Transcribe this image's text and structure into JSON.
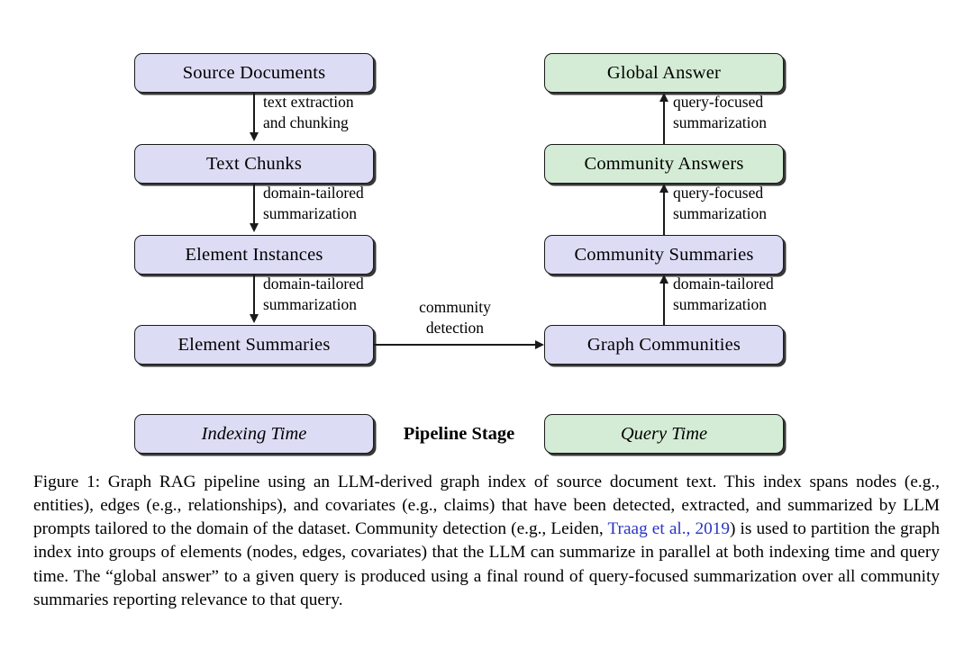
{
  "figure": {
    "label": "Graph RAG pipeline diagram",
    "colors": {
      "indexing_fill": "#dcdcf5",
      "query_fill": "#d4ecd5",
      "border": "#1a1a1a",
      "citation_link": "#2a35c4"
    }
  },
  "nodes": {
    "left": [
      {
        "id": "source-documents",
        "label": "Source Documents",
        "stage": "indexing"
      },
      {
        "id": "text-chunks",
        "label": "Text Chunks",
        "stage": "indexing"
      },
      {
        "id": "element-instances",
        "label": "Element Instances",
        "stage": "indexing"
      },
      {
        "id": "element-summaries",
        "label": "Element Summaries",
        "stage": "indexing"
      }
    ],
    "right": [
      {
        "id": "global-answer",
        "label": "Global Answer",
        "stage": "query"
      },
      {
        "id": "community-answers",
        "label": "Community Answers",
        "stage": "query"
      },
      {
        "id": "community-summaries",
        "label": "Community Summaries",
        "stage": "indexing"
      },
      {
        "id": "graph-communities",
        "label": "Graph Communities",
        "stage": "indexing"
      }
    ]
  },
  "edges": {
    "left": [
      {
        "id": "source-to-chunks",
        "line1": "text extraction",
        "line2": "and chunking",
        "direction": "down"
      },
      {
        "id": "chunks-to-instances",
        "line1": "domain-tailored",
        "line2": "summarization",
        "direction": "down"
      },
      {
        "id": "instances-to-summaries",
        "line1": "domain-tailored",
        "line2": "summarization",
        "direction": "down"
      }
    ],
    "right": [
      {
        "id": "answers-to-global",
        "line1": "query-focused",
        "line2": "summarization",
        "direction": "up"
      },
      {
        "id": "summaries-to-answers",
        "line1": "query-focused",
        "line2": "summarization",
        "direction": "up"
      },
      {
        "id": "communities-to-summaries",
        "line1": "domain-tailored",
        "line2": "summarization",
        "direction": "up"
      }
    ],
    "bridge": {
      "id": "community-detection",
      "line1": "community",
      "line2": "detection",
      "direction": "right"
    }
  },
  "legend": {
    "indexing_label": "Indexing Time",
    "title": "Pipeline Stage",
    "query_label": "Query Time"
  },
  "caption": {
    "part1": "Figure 1: Graph RAG pipeline using an LLM-derived graph index of source document text. This index spans nodes (e.g., entities), edges (e.g., relationships), and covariates (e.g., claims) that have been detected, extracted, and summarized by LLM prompts tailored to the domain of the dataset. Community detection (e.g., Leiden, ",
    "citation": "Traag et al., 2019",
    "part2": ") is used to partition the graph index into groups of elements (nodes, edges, covariates) that the LLM can summarize in parallel at both indexing time and query time. The “global answer” to a given query is produced using a final round of query-focused summarization over all community summaries reporting relevance to that query."
  }
}
